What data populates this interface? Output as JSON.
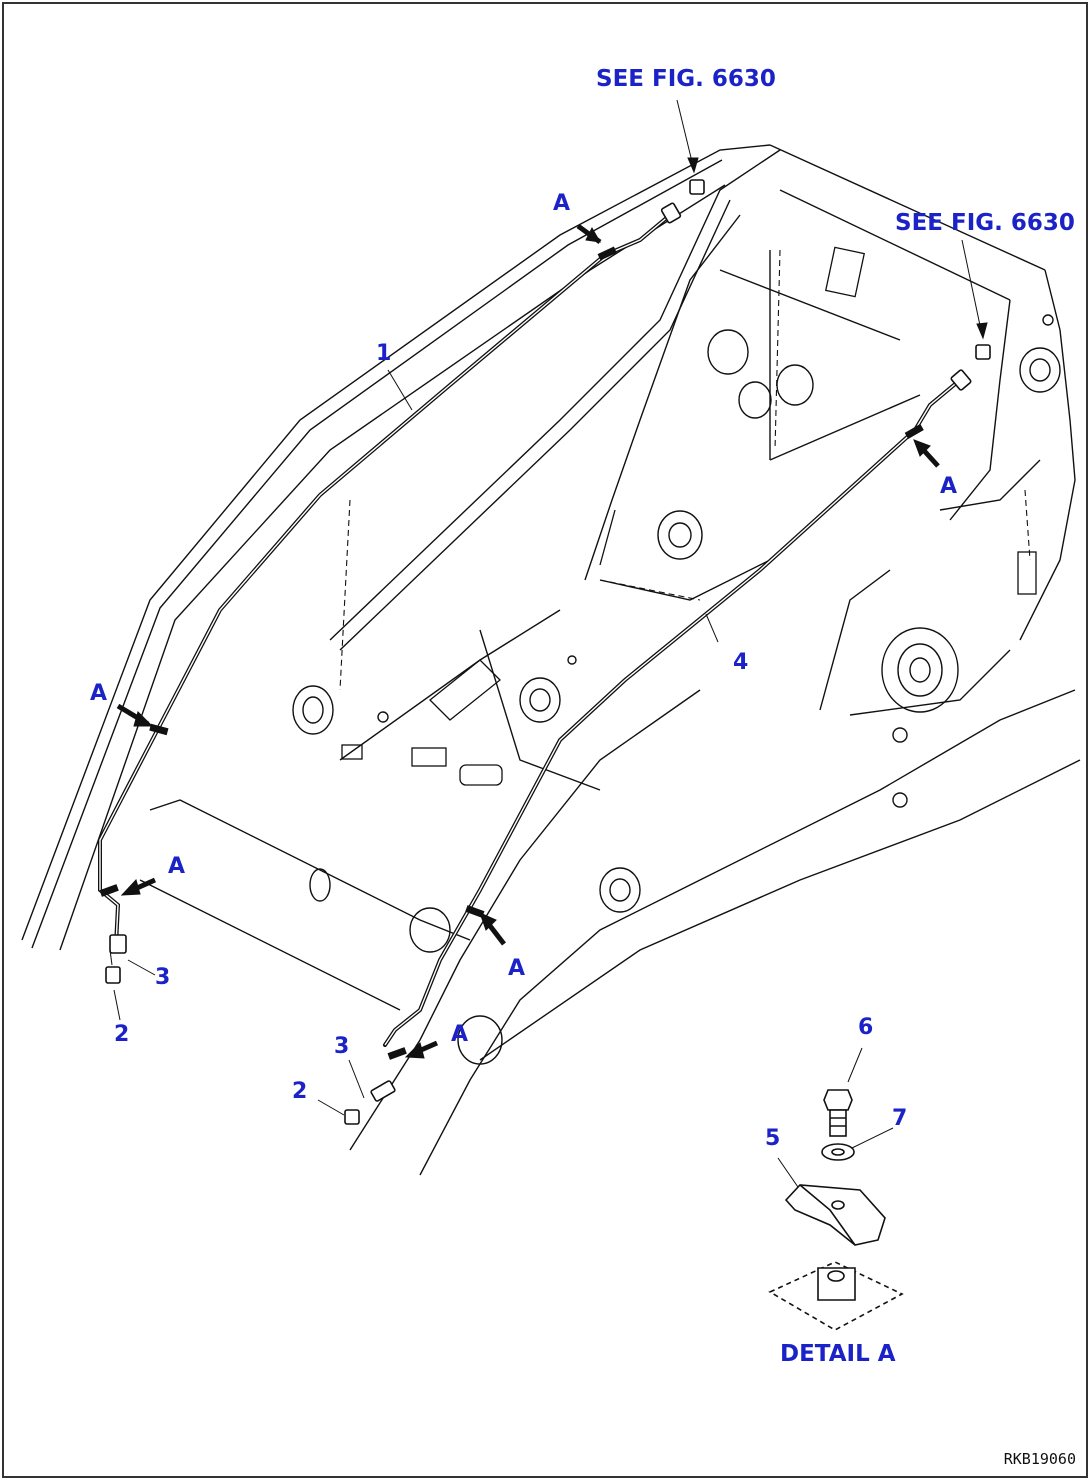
{
  "references": {
    "top": "SEE FIG. 6630",
    "right": "SEE FIG. 6630"
  },
  "detail_marker": "A",
  "part_numbers": {
    "p1": "1",
    "p2": "2",
    "p3": "3",
    "p4": "4",
    "p5": "5",
    "p6": "6",
    "p7": "7"
  },
  "detail_title": "DETAIL A",
  "drawing_id": "RKB19060",
  "colors": {
    "callout": "#1a22c8",
    "line": "#111111",
    "frame": "#333333"
  }
}
